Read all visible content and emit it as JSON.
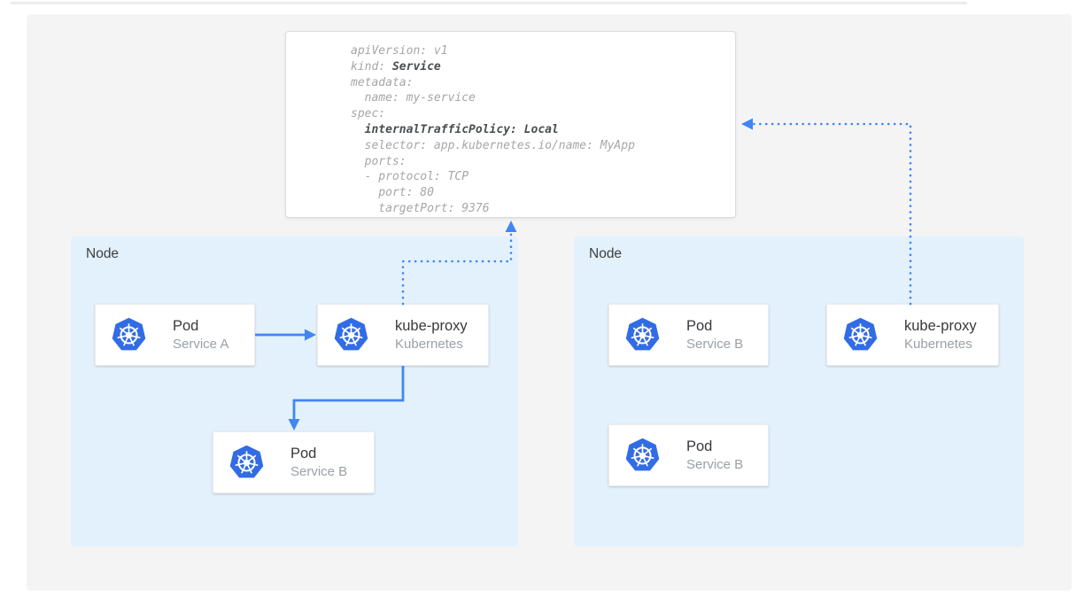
{
  "yaml_panel": {
    "l01a": "apiVersion: v1",
    "l02a": "kind: ",
    "l02b": "Service",
    "l03a": "metadata:",
    "l04a": "  name: my-service",
    "l05a": "spec:",
    "l06a": "  ",
    "l06b": "internalTrafficPolicy: Local",
    "l07a": "  selector: app.kubernetes.io/name: MyApp",
    "l08a": "  ports:",
    "l09a": "  - protocol: TCP",
    "l10a": "    port: 80",
    "l11a": "    targetPort: 9376"
  },
  "nodes": [
    {
      "label": "Node",
      "cards": [
        {
          "title": "Pod",
          "subtitle": "Service A",
          "icon": "kubernetes-icon"
        },
        {
          "title": "kube-proxy",
          "subtitle": "Kubernetes",
          "icon": "kubernetes-icon"
        },
        {
          "title": "Pod",
          "subtitle": "Service B",
          "icon": "kubernetes-icon"
        }
      ]
    },
    {
      "label": "Node",
      "cards": [
        {
          "title": "Pod",
          "subtitle": "Service B",
          "icon": "kubernetes-icon"
        },
        {
          "title": "kube-proxy",
          "subtitle": "Kubernetes",
          "icon": "kubernetes-icon"
        },
        {
          "title": "Pod",
          "subtitle": "Service B",
          "icon": "kubernetes-icon"
        }
      ]
    }
  ],
  "arrows": [
    {
      "name": "pod-service-a-to-kube-proxy",
      "style": "solid"
    },
    {
      "name": "kube-proxy-to-pod-service-b",
      "style": "solid"
    },
    {
      "name": "kube-proxy-left-to-service-yaml",
      "style": "dotted"
    },
    {
      "name": "kube-proxy-right-to-service-yaml",
      "style": "dotted"
    }
  ],
  "colors": {
    "accent_blue": "#4285f4",
    "kubernetes_blue": "#326ce5",
    "node_bg": "#e3f1fc",
    "canvas_bg": "#f4f4f4",
    "yaml_text": "#a6a6a6",
    "yaml_bold_text": "#4a4e52",
    "card_title": "#37393c",
    "card_subtitle": "#9aa0a6"
  }
}
